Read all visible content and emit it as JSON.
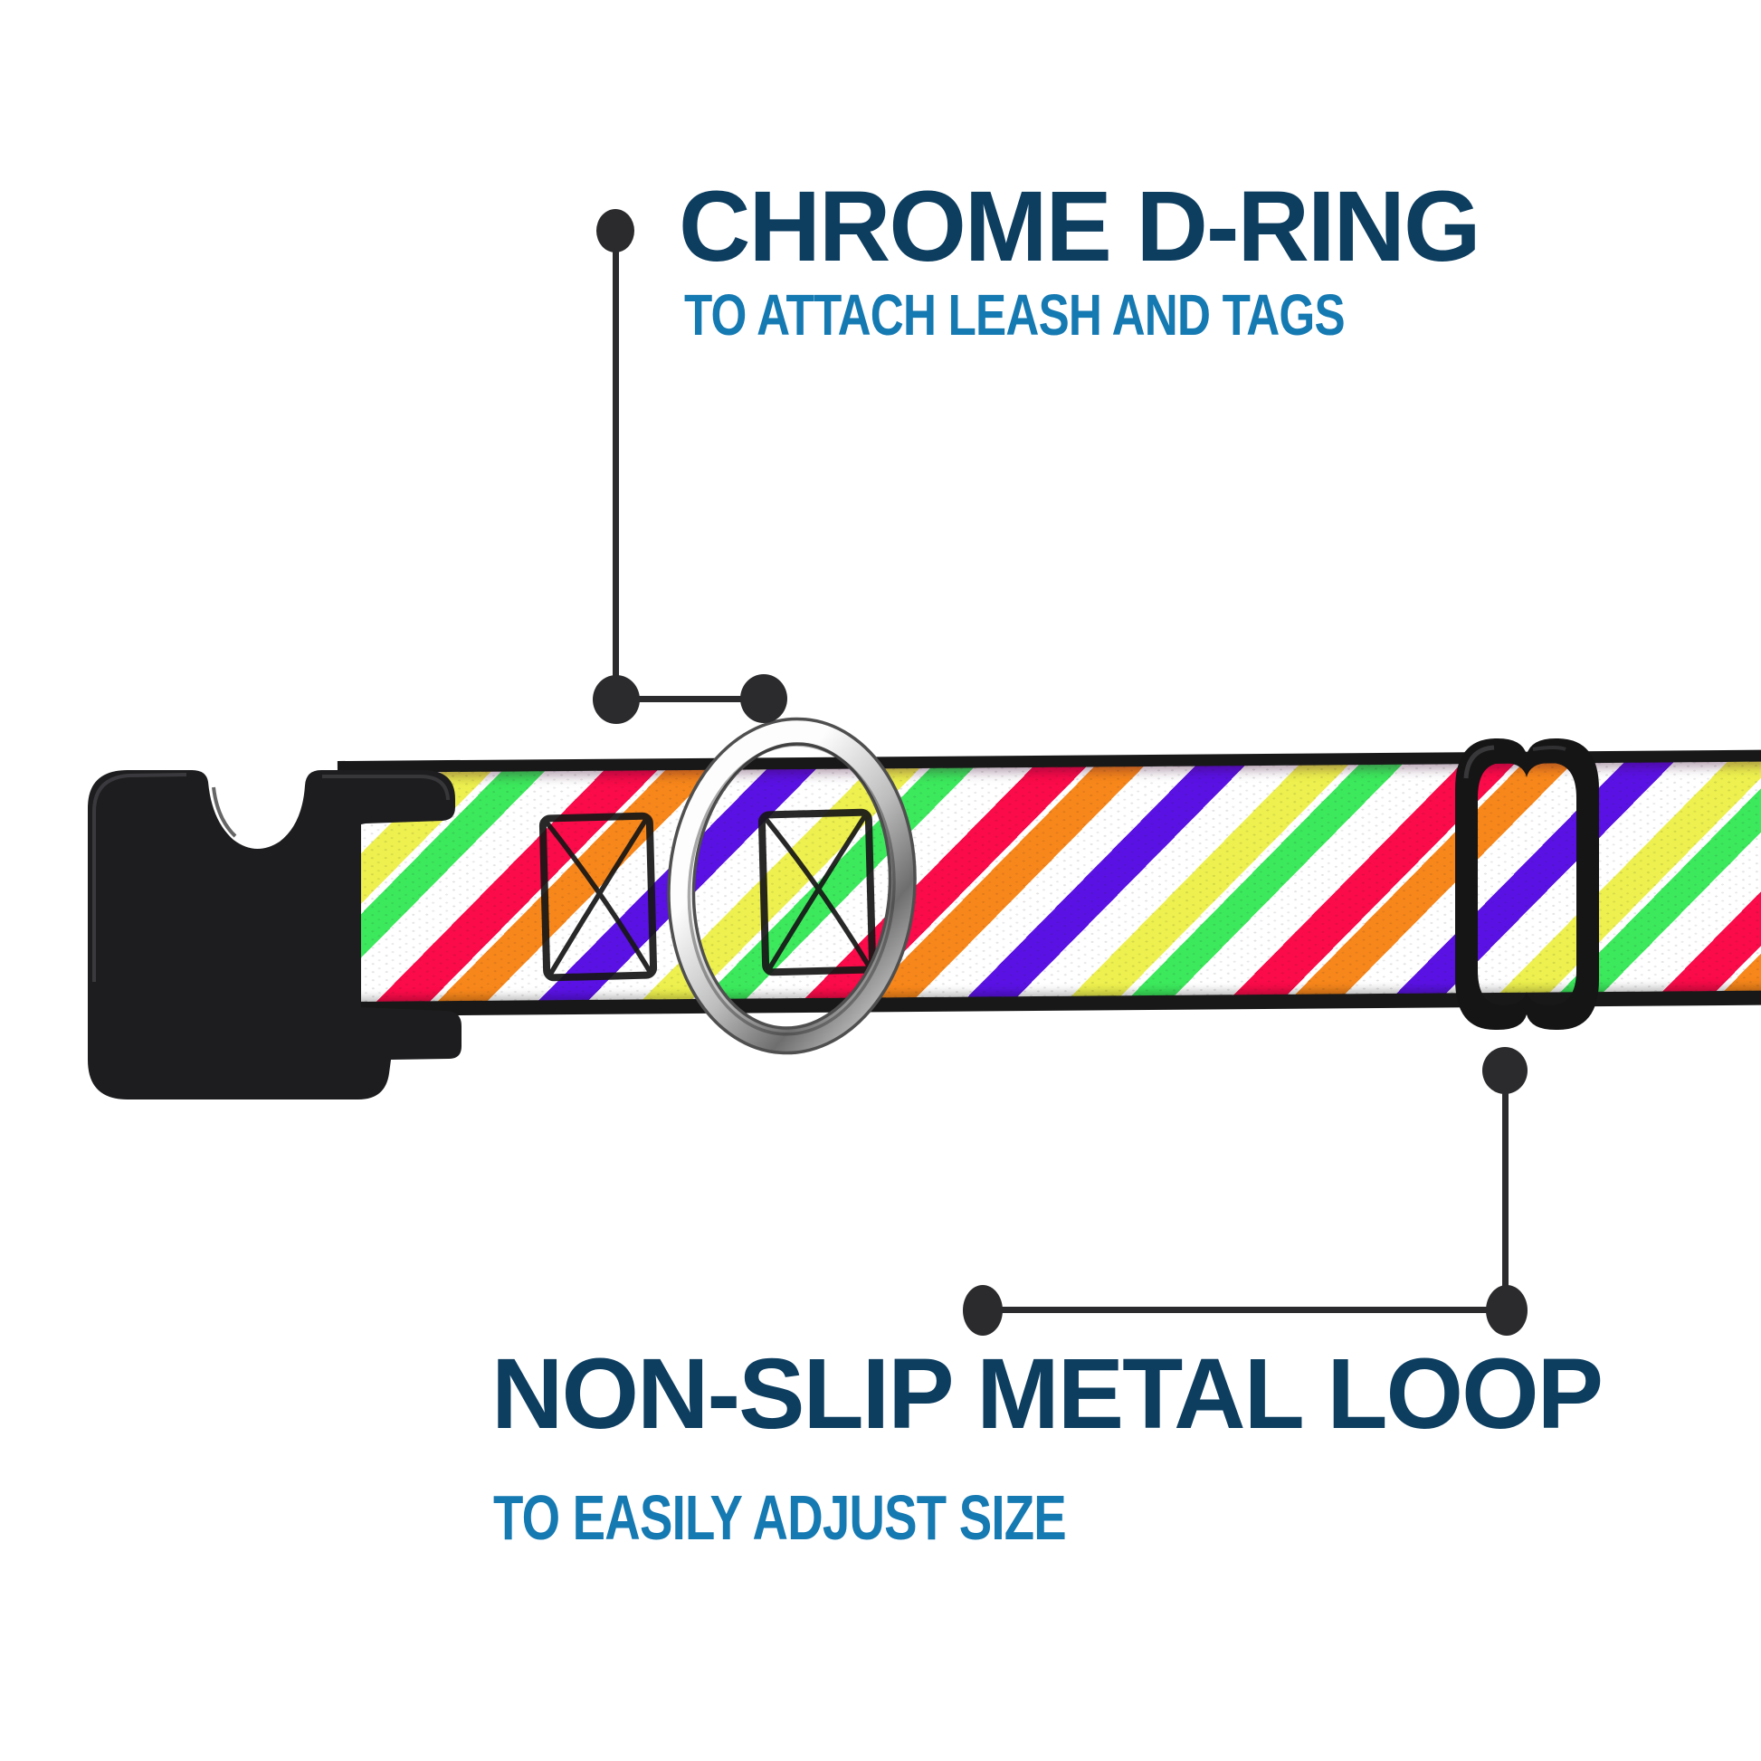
{
  "callouts": {
    "dring": {
      "title": "CHROME D-RING",
      "subtitle": "TO ATTACH LEASH AND TAGS"
    },
    "loop": {
      "title": "NON-SLIP METAL LOOP",
      "subtitle": "TO EASILY ADJUST SIZE"
    }
  },
  "colors": {
    "title-navy": "#0d3e60",
    "subtitle-blue": "#1579b2",
    "connector": "#2b2b2d",
    "strap-edge": "#181818",
    "buckle-black": "#1d1d1f",
    "loop-black": "#151516",
    "stitch-black": "#161616",
    "stripe-white": "#ffffff",
    "stripe-red": "#fb0b49",
    "stripe-orange": "#f8871b",
    "stripe-purple": "#5a12e4",
    "stripe-yellow": "#edf04e",
    "stripe-green": "#3ce95c",
    "chrome-light": "#fdfdfd",
    "chrome-mid": "#bdbdbd",
    "chrome-dark": "#6e6e6e"
  }
}
